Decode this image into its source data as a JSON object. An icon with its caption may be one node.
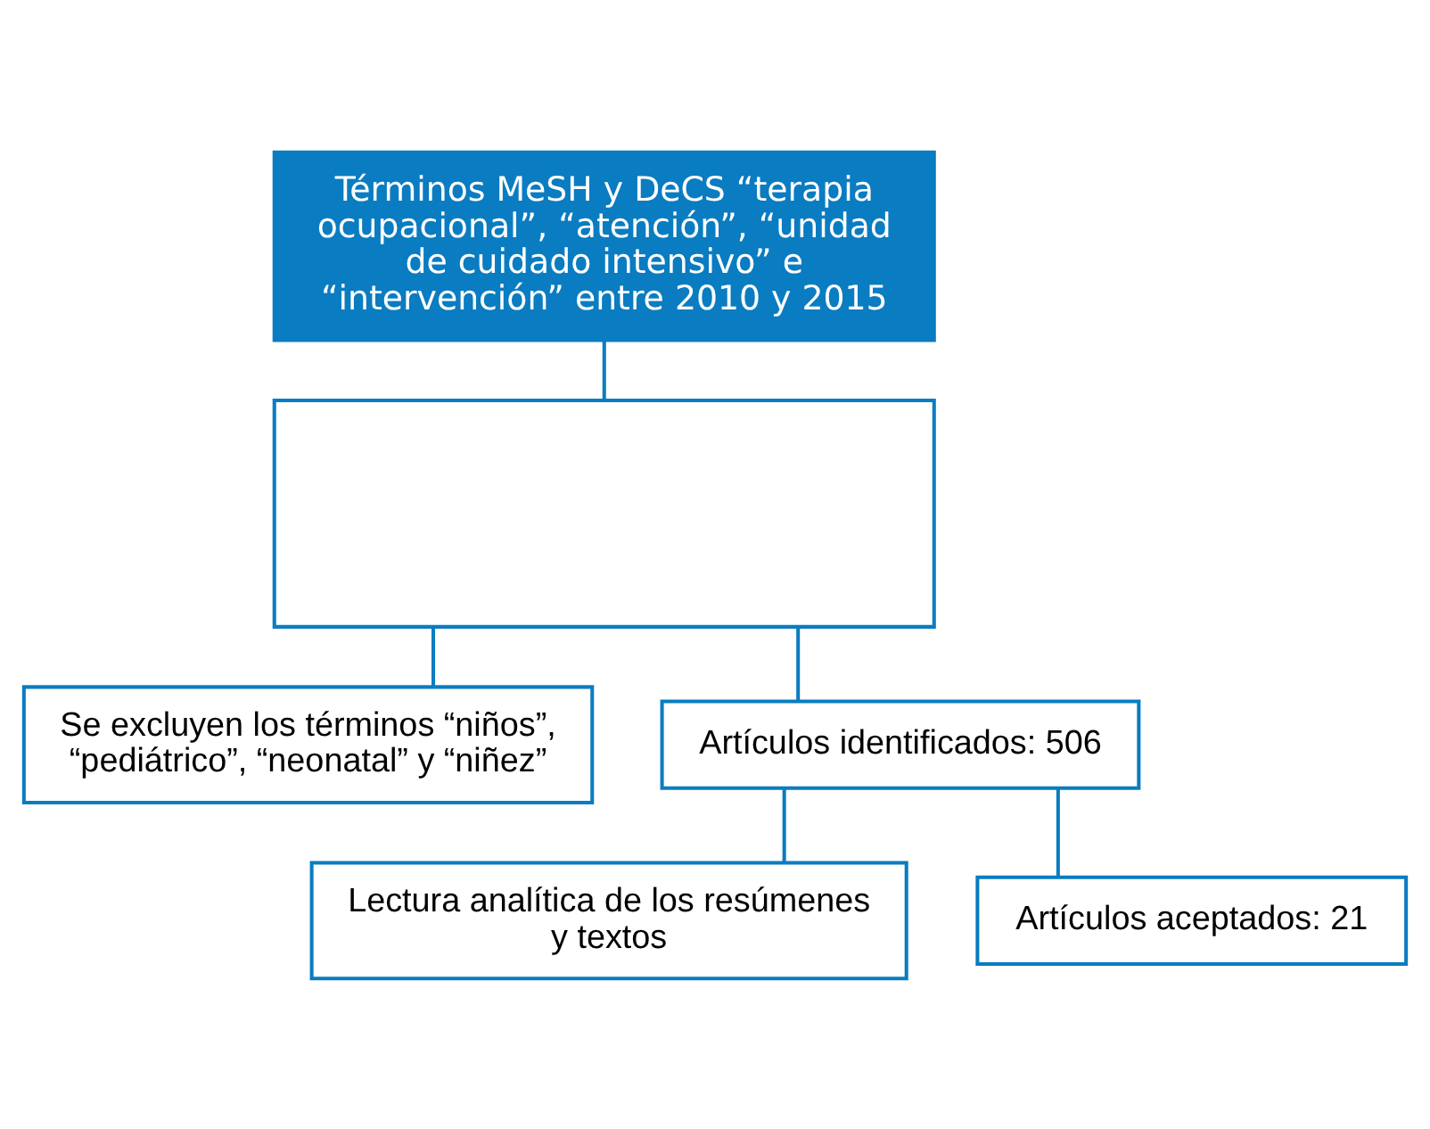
{
  "diagram": {
    "nodes": [
      {
        "text": [
          "Términos MeSH y DeCS “terapia ocupacional”, “atención”, “unidad de cuidado intensivo” e “intervención” entre 2010 y 2015"
        ]
      },
      {
        "text": [],
        "shape": "box"
      },
      {
        "text": [
          "Se excluyen los términos “niños”, “pediátrico”, “neonatal” y “niñez”"
        ]
      },
      {
        "text": [
          "Artículos identificados: 506"
        ]
      },
      {
        "text": [
          "Lectura analítica de los resúmenes y textos"
        ]
      },
      {
        "text": [
          "Artículos aceptados: 21"
        ]
      }
    ],
    "edges": [
      {
        "from": 0,
        "to": 1,
        "arrow": "none"
      },
      {
        "from": 1,
        "to": 2,
        "arrow": "none"
      },
      {
        "from": 1,
        "to": 3,
        "arrow": "none"
      },
      {
        "from": 3,
        "to": 4,
        "arrow": "none"
      },
      {
        "from": 3,
        "to": 5,
        "arrow": "none"
      }
    ]
  }
}
